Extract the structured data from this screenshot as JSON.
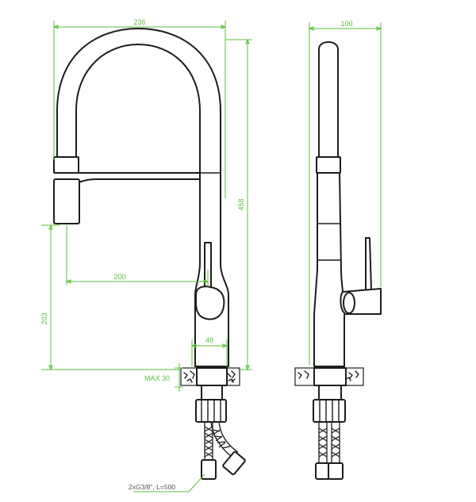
{
  "colors": {
    "outline": "#1d1d1b",
    "dimension": "#5bbf3c",
    "note_text": "#555555"
  },
  "dimensions": {
    "overall_width": "236",
    "body_width": "100",
    "overall_height": "458",
    "spout_reach": "200",
    "spout_height": "203",
    "base_diameter": "48",
    "max_countertop": "MAX 30",
    "hose_spec": "2xG3/8\", L=500"
  }
}
